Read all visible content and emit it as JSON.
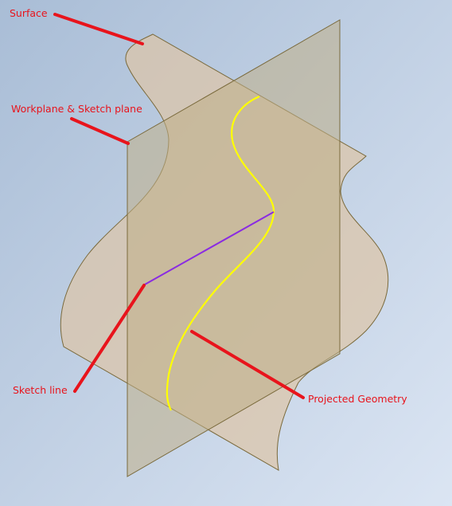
{
  "labels": {
    "surface": "Surface",
    "workplane": "Workplane & Sketch plane",
    "sketch_line": "Sketch line",
    "projected_geometry": "Projected Geometry"
  },
  "colors": {
    "background_top": "#a9bdd6",
    "background_bottom": "#dbe5f3",
    "surface_fill": "#dcc5a8",
    "surface_outline": "#7a6a3c",
    "plane_fill": "#bfae86",
    "plane_outline": "#7a6a3c",
    "projected_curve": "#ffff00",
    "sketch_line": "#8a2be2",
    "callout": "#e8141c"
  }
}
